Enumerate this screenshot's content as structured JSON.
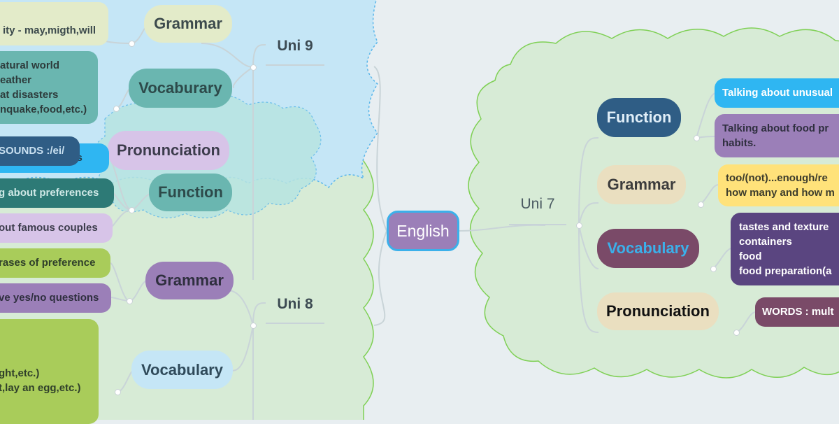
{
  "root": {
    "label": "English"
  },
  "units": [
    {
      "label": "Uni 9",
      "branches": [
        {
          "label": "Grammar",
          "items": [
            "ity - may,migth,will"
          ]
        },
        {
          "label": "Vocaburary",
          "items": [
            "atural world\neather\nat disasters\nnquake,food,etc.)"
          ]
        },
        {
          "label": "Pronunciation",
          "items": [
            "SOUNDS :/ei/"
          ]
        }
      ]
    },
    {
      "label": "Uni 8",
      "branches": [
        {
          "label": "Function",
          "items": [
            "toms",
            "g about preferences",
            "out famous couples"
          ]
        },
        {
          "label": "Grammar",
          "items": [
            "rases of preference",
            "ve yes/no questions"
          ]
        },
        {
          "label": "Vocabulary",
          "items": [
            "ght,etc.)\nt,lay an egg,etc.)"
          ]
        }
      ]
    },
    {
      "label": "Uni 7",
      "branches": [
        {
          "label": "Function",
          "items": [
            "Talking about unusual",
            "Talking about food pr\nhabits."
          ]
        },
        {
          "label": "Grammar",
          "items": [
            "too/(not)...enough/re\nhow many and how m"
          ]
        },
        {
          "label": "Vocabulary",
          "items": [
            "tastes and texture\ncontainers\nfood\nfood preparation(a"
          ]
        },
        {
          "label": "Pronunciation",
          "items": [
            "WORDS : mult"
          ]
        }
      ]
    }
  ],
  "colors": {
    "background": "#e8eef1",
    "cloud_blue": "#c5e6f6",
    "cloud_green": "#d7ebd6",
    "cloud_teal": "#b7e4e1",
    "root_fill": "#9b7fb8",
    "root_border": "#3bb0ea"
  }
}
